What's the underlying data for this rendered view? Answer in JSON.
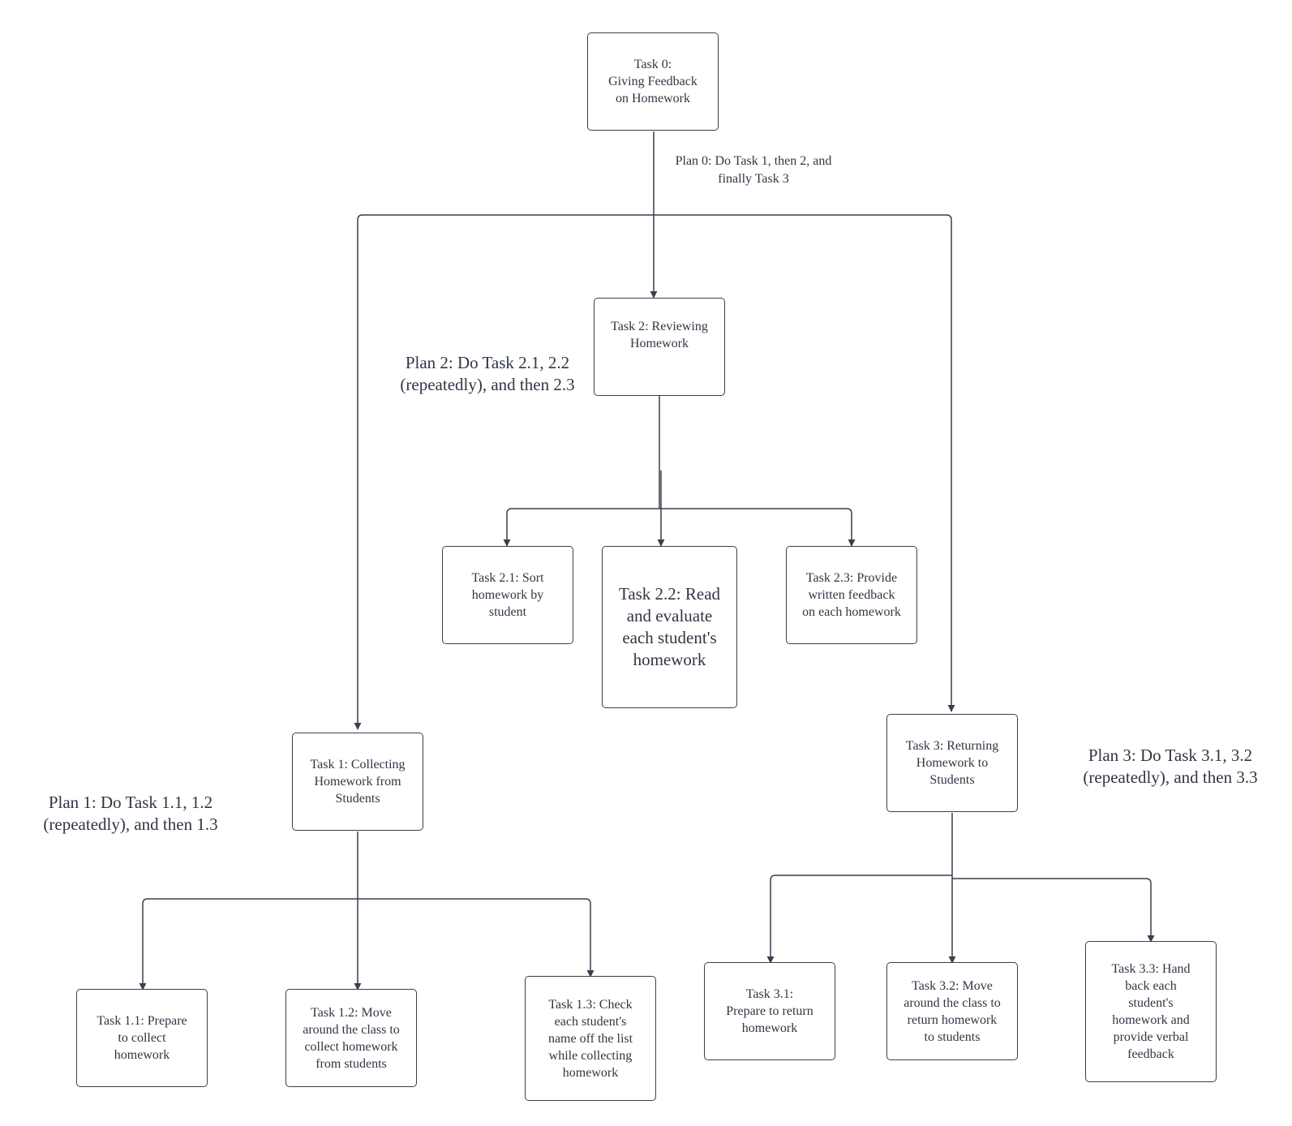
{
  "tasks": {
    "t0": "Task 0:\nGiving Feedback\non Homework",
    "t1": "Task 1: Collecting\nHomework from\nStudents",
    "t2": "Task 2: Reviewing\nHomework",
    "t3": "Task 3: Returning\nHomework to\nStudents",
    "t1_1": "Task 1.1: Prepare\nto collect\nhomework",
    "t1_2": "Task 1.2: Move\naround the class to\ncollect homework\nfrom students",
    "t1_3": "Task 1.3: Check\neach student's\nname off the list\nwhile collecting\nhomework",
    "t2_1": "Task 2.1: Sort\nhomework by\nstudent",
    "t2_2": "Task 2.2: Read\nand evaluate\neach student's\nhomework",
    "t2_3": "Task 2.3: Provide\nwritten feedback\non each homework",
    "t3_1": "Task 3.1:\nPrepare to return\nhomework",
    "t3_2": "Task 3.2: Move\naround the class to\nreturn homework\nto students",
    "t3_3": "Task 3.3: Hand\nback each\nstudent's\nhomework and\nprovide verbal\nfeedback"
  },
  "plans": {
    "p0": "Plan 0: Do Task 1, then 2, and\nfinally Task 3",
    "p1": "Plan 1: Do Task 1.1, 1.2\n(repeatedly), and then 1.3",
    "p2": "Plan 2: Do Task 2.1, 2.2\n(repeatedly), and then 2.3",
    "p3": "Plan 3: Do Task 3.1, 3.2\n(repeatedly), and then 3.3"
  }
}
